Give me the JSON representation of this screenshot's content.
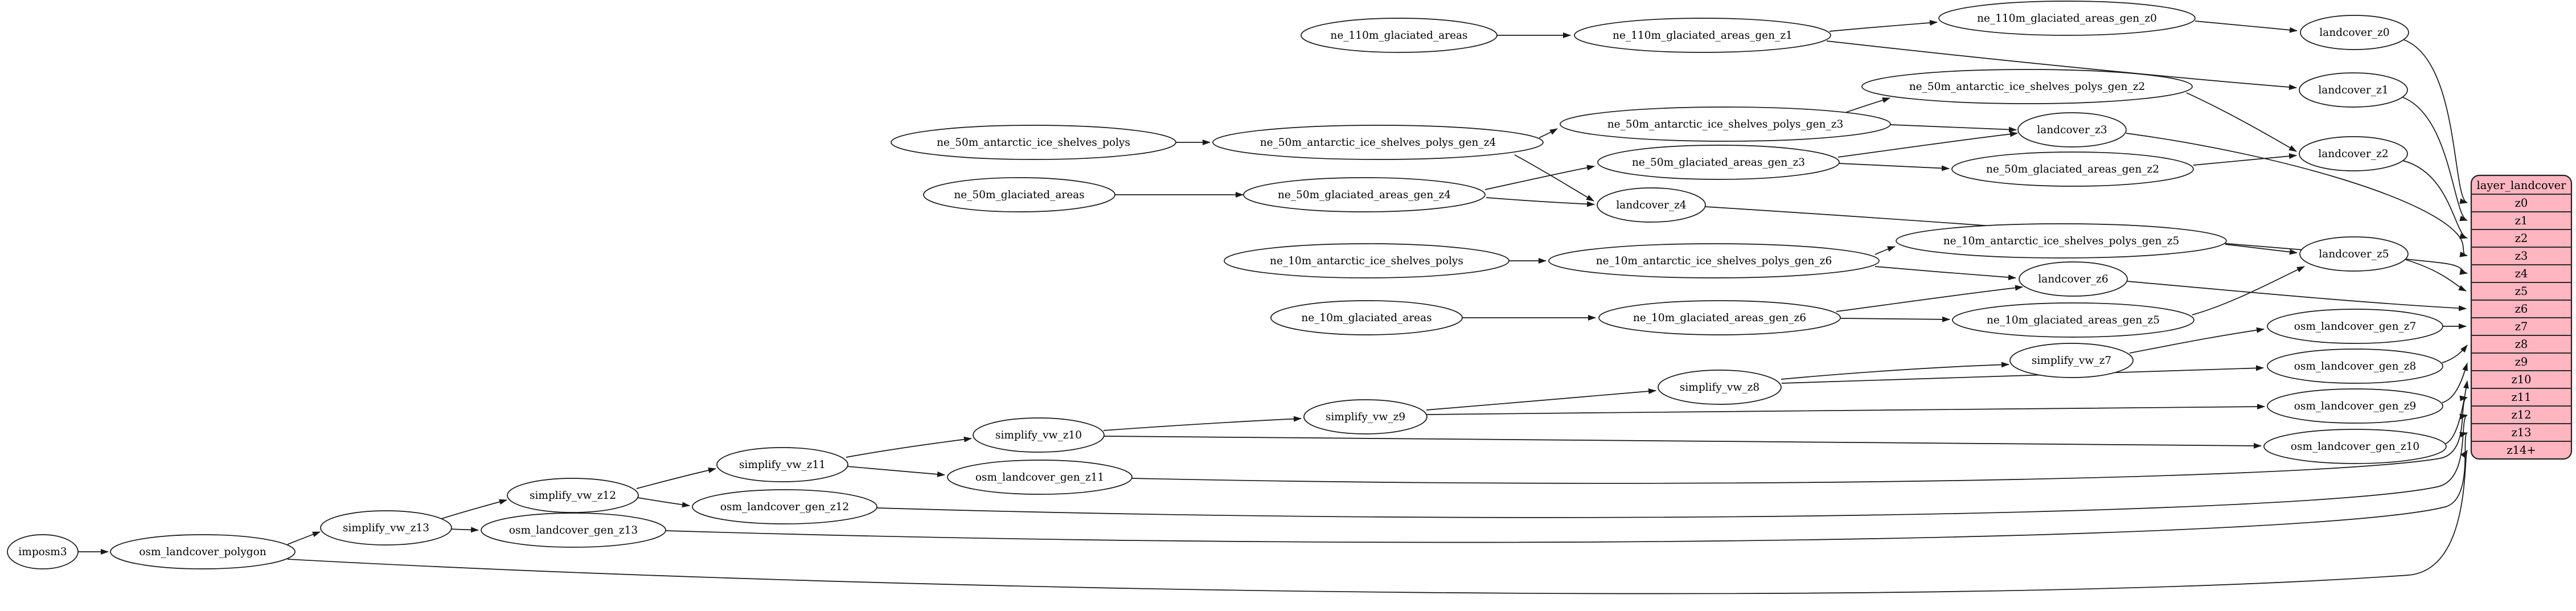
{
  "diagram": {
    "kind": "graphviz-dependency-graph",
    "background": "#ffffff",
    "edge_color": "#191919",
    "node_fill": "#ffffff",
    "node_stroke": "#191919",
    "table_fill": "#ffb6c1"
  },
  "nodes": {
    "imposm3": {
      "label": "imposm3"
    },
    "osm_landcover_polygon": {
      "label": "osm_landcover_polygon"
    },
    "simplify_vw_z13": {
      "label": "simplify_vw_z13"
    },
    "osm_landcover_gen_z13": {
      "label": "osm_landcover_gen_z13"
    },
    "simplify_vw_z12": {
      "label": "simplify_vw_z12"
    },
    "osm_landcover_gen_z12": {
      "label": "osm_landcover_gen_z12"
    },
    "simplify_vw_z11": {
      "label": "simplify_vw_z11"
    },
    "osm_landcover_gen_z11": {
      "label": "osm_landcover_gen_z11"
    },
    "simplify_vw_z10": {
      "label": "simplify_vw_z10"
    },
    "simplify_vw_z9": {
      "label": "simplify_vw_z9"
    },
    "simplify_vw_z8": {
      "label": "simplify_vw_z8"
    },
    "simplify_vw_z7": {
      "label": "simplify_vw_z7"
    },
    "osm_landcover_gen_z7": {
      "label": "osm_landcover_gen_z7"
    },
    "osm_landcover_gen_z8": {
      "label": "osm_landcover_gen_z8"
    },
    "osm_landcover_gen_z9": {
      "label": "osm_landcover_gen_z9"
    },
    "osm_landcover_gen_z10": {
      "label": "osm_landcover_gen_z10"
    },
    "ne_110m_glaciated_areas": {
      "label": "ne_110m_glaciated_areas"
    },
    "ne_110m_glaciated_areas_gen_z1": {
      "label": "ne_110m_glaciated_areas_gen_z1"
    },
    "ne_110m_glaciated_areas_gen_z0": {
      "label": "ne_110m_glaciated_areas_gen_z0"
    },
    "landcover_z0": {
      "label": "landcover_z0"
    },
    "landcover_z1": {
      "label": "landcover_z1"
    },
    "ne_50m_antarctic_ice_shelves_polys": {
      "label": "ne_50m_antarctic_ice_shelves_polys"
    },
    "ne_50m_antarctic_ice_shelves_polys_gen_z4": {
      "label": "ne_50m_antarctic_ice_shelves_polys_gen_z4"
    },
    "ne_50m_antarctic_ice_shelves_polys_gen_z3": {
      "label": "ne_50m_antarctic_ice_shelves_polys_gen_z3"
    },
    "ne_50m_antarctic_ice_shelves_polys_gen_z2": {
      "label": "ne_50m_antarctic_ice_shelves_polys_gen_z2"
    },
    "ne_50m_glaciated_areas": {
      "label": "ne_50m_glaciated_areas"
    },
    "ne_50m_glaciated_areas_gen_z4": {
      "label": "ne_50m_glaciated_areas_gen_z4"
    },
    "ne_50m_glaciated_areas_gen_z3": {
      "label": "ne_50m_glaciated_areas_gen_z3"
    },
    "ne_50m_glaciated_areas_gen_z2": {
      "label": "ne_50m_glaciated_areas_gen_z2"
    },
    "landcover_z2": {
      "label": "landcover_z2"
    },
    "landcover_z3": {
      "label": "landcover_z3"
    },
    "landcover_z4": {
      "label": "landcover_z4"
    },
    "ne_10m_antarctic_ice_shelves_polys": {
      "label": "ne_10m_antarctic_ice_shelves_polys"
    },
    "ne_10m_antarctic_ice_shelves_polys_gen_z6": {
      "label": "ne_10m_antarctic_ice_shelves_polys_gen_z6"
    },
    "ne_10m_antarctic_ice_shelves_polys_gen_z5": {
      "label": "ne_10m_antarctic_ice_shelves_polys_gen_z5"
    },
    "landcover_z5": {
      "label": "landcover_z5"
    },
    "landcover_z6": {
      "label": "landcover_z6"
    },
    "ne_10m_glaciated_areas": {
      "label": "ne_10m_glaciated_areas"
    },
    "ne_10m_glaciated_areas_gen_z6": {
      "label": "ne_10m_glaciated_areas_gen_z6"
    },
    "ne_10m_glaciated_areas_gen_z5": {
      "label": "ne_10m_glaciated_areas_gen_z5"
    }
  },
  "table": {
    "title": "layer_landcover",
    "fill": "#ffb6c1",
    "rows": [
      "z0",
      "z1",
      "z2",
      "z3",
      "z4",
      "z5",
      "z6",
      "z7",
      "z8",
      "z9",
      "z10",
      "z11",
      "z12",
      "z13",
      "z14+"
    ]
  },
  "edges": [
    "imposm3 -> osm_landcover_polygon",
    "osm_landcover_polygon -> simplify_vw_z13",
    "osm_landcover_polygon -> layer_landcover:z14+",
    "simplify_vw_z13 -> simplify_vw_z12",
    "simplify_vw_z13 -> osm_landcover_gen_z13",
    "osm_landcover_gen_z13 -> layer_landcover:z13",
    "simplify_vw_z12 -> simplify_vw_z11",
    "simplify_vw_z12 -> osm_landcover_gen_z12",
    "osm_landcover_gen_z12 -> layer_landcover:z12",
    "simplify_vw_z11 -> simplify_vw_z10",
    "simplify_vw_z11 -> osm_landcover_gen_z11",
    "osm_landcover_gen_z11 -> layer_landcover:z11",
    "simplify_vw_z10 -> simplify_vw_z9",
    "simplify_vw_z10 -> osm_landcover_gen_z10",
    "osm_landcover_gen_z10 -> layer_landcover:z10",
    "simplify_vw_z9 -> simplify_vw_z8",
    "simplify_vw_z9 -> osm_landcover_gen_z9",
    "osm_landcover_gen_z9 -> layer_landcover:z9",
    "simplify_vw_z8 -> simplify_vw_z7",
    "simplify_vw_z8 -> osm_landcover_gen_z8",
    "osm_landcover_gen_z8 -> layer_landcover:z8",
    "simplify_vw_z7 -> osm_landcover_gen_z7",
    "osm_landcover_gen_z7 -> layer_landcover:z7",
    "ne_110m_glaciated_areas -> ne_110m_glaciated_areas_gen_z1",
    "ne_110m_glaciated_areas_gen_z1 -> ne_110m_glaciated_areas_gen_z0",
    "ne_110m_glaciated_areas_gen_z1 -> landcover_z1",
    "ne_110m_glaciated_areas_gen_z0 -> landcover_z0",
    "landcover_z0 -> layer_landcover:z0",
    "landcover_z1 -> layer_landcover:z1",
    "ne_50m_antarctic_ice_shelves_polys -> ne_50m_antarctic_ice_shelves_polys_gen_z4",
    "ne_50m_antarctic_ice_shelves_polys_gen_z4 -> ne_50m_antarctic_ice_shelves_polys_gen_z3",
    "ne_50m_antarctic_ice_shelves_polys_gen_z4 -> landcover_z4",
    "ne_50m_antarctic_ice_shelves_polys_gen_z3 -> ne_50m_antarctic_ice_shelves_polys_gen_z2",
    "ne_50m_antarctic_ice_shelves_polys_gen_z3 -> landcover_z3",
    "ne_50m_antarctic_ice_shelves_polys_gen_z2 -> landcover_z2",
    "ne_50m_glaciated_areas -> ne_50m_glaciated_areas_gen_z4",
    "ne_50m_glaciated_areas_gen_z4 -> ne_50m_glaciated_areas_gen_z3",
    "ne_50m_glaciated_areas_gen_z4 -> landcover_z4",
    "ne_50m_glaciated_areas_gen_z3 -> landcover_z3",
    "ne_50m_glaciated_areas_gen_z3 -> ne_50m_glaciated_areas_gen_z2",
    "ne_50m_glaciated_areas_gen_z2 -> landcover_z2",
    "landcover_z2 -> layer_landcover:z2",
    "landcover_z3 -> layer_landcover:z3",
    "landcover_z4 -> layer_landcover:z4",
    "ne_10m_antarctic_ice_shelves_polys -> ne_10m_antarctic_ice_shelves_polys_gen_z6",
    "ne_10m_antarctic_ice_shelves_polys_gen_z6 -> ne_10m_antarctic_ice_shelves_polys_gen_z5",
    "ne_10m_antarctic_ice_shelves_polys_gen_z6 -> landcover_z6",
    "ne_10m_antarctic_ice_shelves_polys_gen_z5 -> landcover_z5",
    "ne_10m_glaciated_areas -> ne_10m_glaciated_areas_gen_z6",
    "ne_10m_glaciated_areas_gen_z6 -> landcover_z6",
    "ne_10m_glaciated_areas_gen_z6 -> ne_10m_glaciated_areas_gen_z5",
    "ne_10m_glaciated_areas_gen_z5 -> landcover_z5",
    "landcover_z5 -> layer_landcover:z5",
    "landcover_z6 -> layer_landcover:z6"
  ]
}
